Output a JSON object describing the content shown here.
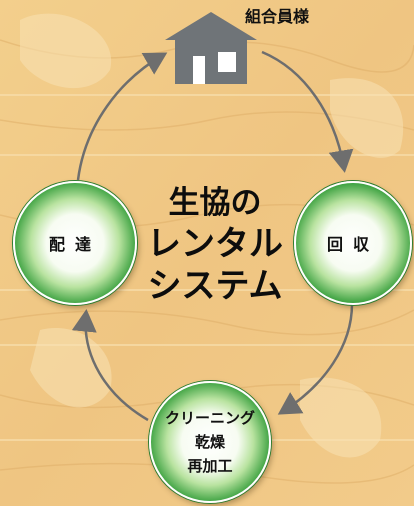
{
  "member_label": "組合員様",
  "title_lines": [
    "生協の",
    "レンタル",
    "システム"
  ],
  "nodes": {
    "delivery": "配達",
    "collection": "回収",
    "cleaning": [
      "クリーニング",
      "乾燥",
      "再加工"
    ]
  },
  "icons": {
    "home": "house-icon"
  },
  "colors": {
    "node_green": "#2e8b3a",
    "arrow": "#6e6e6e",
    "wood": "#eec98a"
  }
}
